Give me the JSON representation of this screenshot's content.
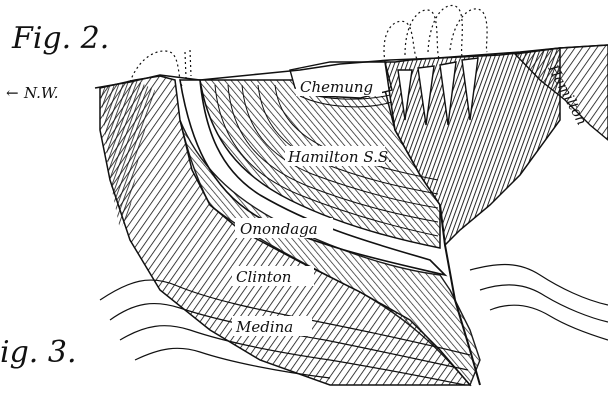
{
  "figure": {
    "title_fig2": "Fig. 2.",
    "title_fig3": "ig. 3.",
    "direction_label": "N.W.",
    "direction_arrow": "←"
  },
  "strata": {
    "chemung": "Chemung",
    "hamilton_ss": "Hamilton S.S.",
    "hamilton": "Hamilton",
    "onondaga": "Onondaga",
    "clinton": "Clinton",
    "medina": "Medina"
  },
  "colors": {
    "ink": "#111111",
    "paper": "#ffffff"
  }
}
